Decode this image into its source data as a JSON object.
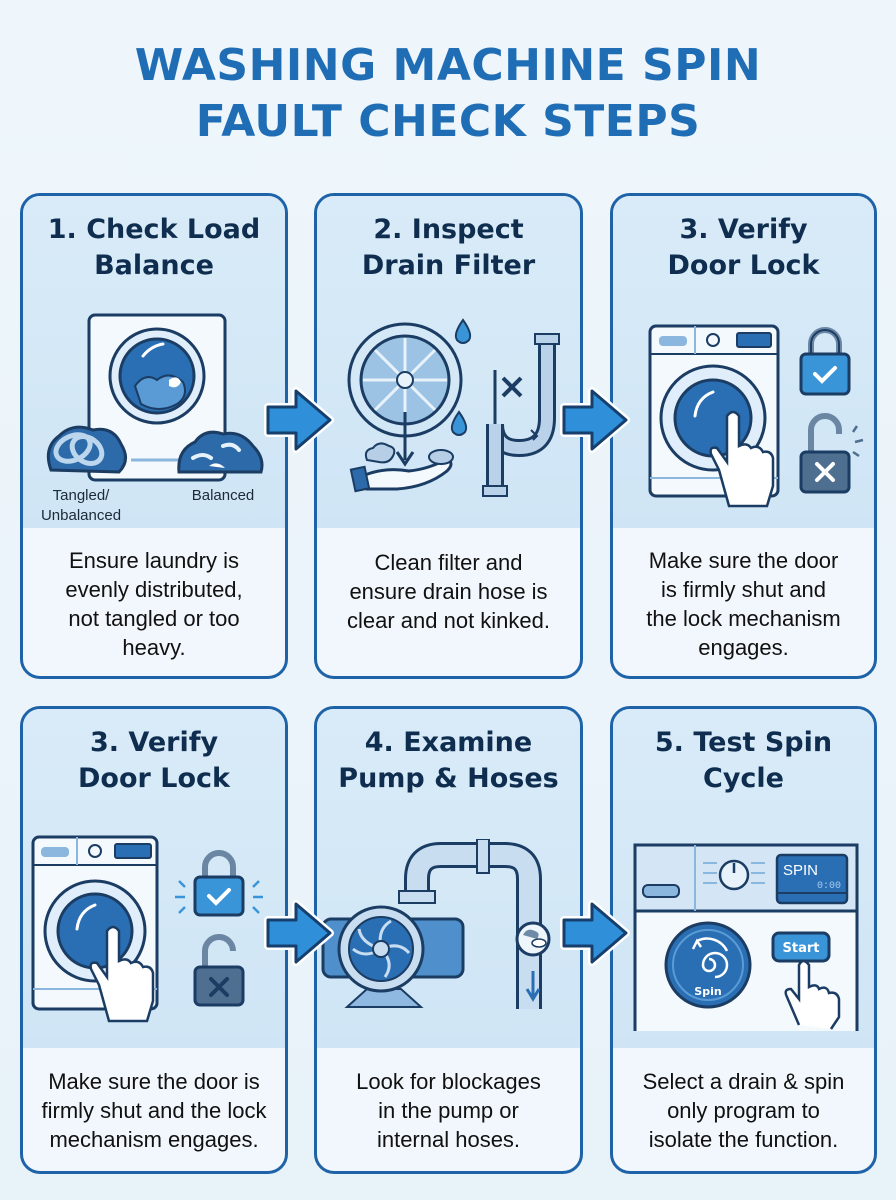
{
  "title": {
    "line1": "WASHING MACHINE SPIN",
    "line2": "FAULT CHECK STEPS"
  },
  "colors": {
    "title": "#1f6db5",
    "card_border": "#1e62a8",
    "heading": "#0f2d4f",
    "arrow_fill": "#2f8fd8",
    "arrow_stroke": "#163f6e"
  },
  "steps": [
    {
      "heading_line1": "1. Check Load",
      "heading_line2": "Balance",
      "illustration": "washing-machine-load-balance",
      "labels": {
        "left_line1": "Tangled/",
        "left_line2": "Unbalanced",
        "right": "Balanced"
      },
      "description": [
        "Ensure laundry is",
        "evenly distributed,",
        "not tangled or too",
        "heavy."
      ]
    },
    {
      "heading_line1": "2. Inspect",
      "heading_line2": "Drain Filter",
      "illustration": "drain-filter-and-kinked-hose",
      "description": [
        "Clean filter and",
        "ensure drain hose is",
        "clear and not kinked."
      ]
    },
    {
      "heading_line1": "3. Verify",
      "heading_line2": "Door Lock",
      "illustration": "door-lock-locked-unlocked",
      "description": [
        "Make sure the door",
        "is firmly shut and",
        "the lock mechanism",
        "engages."
      ]
    },
    {
      "heading_line1": "3. Verify",
      "heading_line2": "Door Lock",
      "illustration": "door-lock-locked-unlocked",
      "description": [
        "Make sure the door is",
        "firmly shut and the lock",
        "mechanism engages."
      ]
    },
    {
      "heading_line1": "4. Examine",
      "heading_line2": "Pump & Hoses",
      "illustration": "pump-and-hose-blockage",
      "description": [
        "Look for blockages",
        "in the pump or",
        "internal hoses."
      ]
    },
    {
      "heading_line1": "5. Test Spin",
      "heading_line2": "Cycle",
      "illustration": "spin-program-control-panel",
      "panel": {
        "display_mode": "SPIN",
        "display_time": "0:00",
        "knob_label": "Spin",
        "start_button": "Start"
      },
      "description": [
        "Select a drain & spin",
        "only program to",
        "isolate the function."
      ]
    }
  ]
}
